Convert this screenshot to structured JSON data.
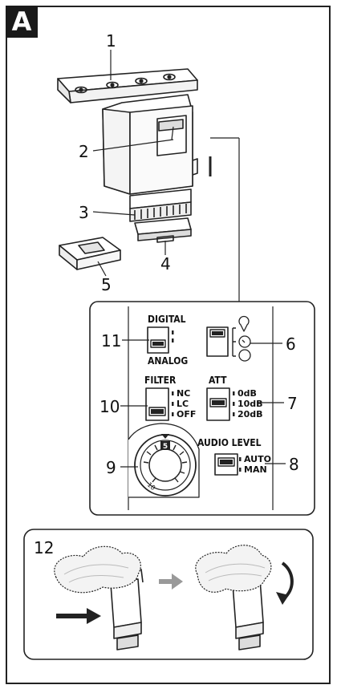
{
  "panel": {
    "letter": "A"
  },
  "callouts": {
    "c1": "1",
    "c2": "2",
    "c3": "3",
    "c4": "4",
    "c5": "5",
    "c6": "6",
    "c7": "7",
    "c8": "8",
    "c9": "9",
    "c10": "10",
    "c11": "11",
    "c12": "12"
  },
  "switches": {
    "digital_label": "DIGITAL",
    "analog_label": "ANALOG",
    "filter_label": "FILTER",
    "filter_options": [
      "NC",
      "LC",
      "OFF"
    ],
    "att_label": "ATT",
    "att_options": [
      "0dB",
      "10dB",
      "20dB"
    ],
    "audio_level_label": "AUDIO LEVEL",
    "audio_level_options": [
      "AUTO",
      "MAN"
    ]
  },
  "dial": {
    "marker": "5",
    "scale_label": "10"
  }
}
